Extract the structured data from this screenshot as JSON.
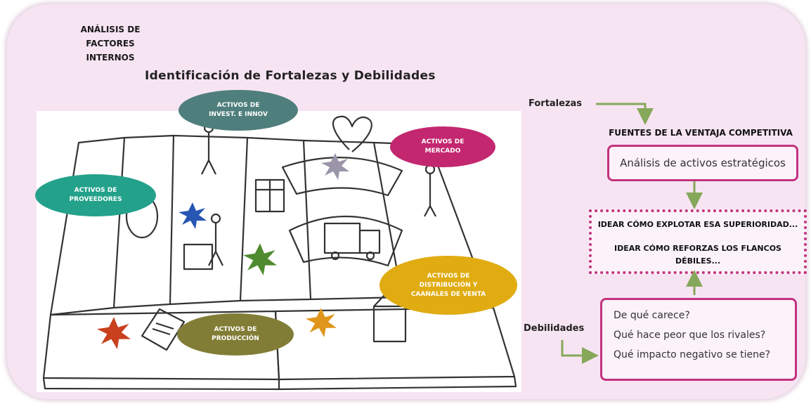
{
  "section_title_line1": "ANÁLISIS DE FACTORES",
  "section_title_line2": "INTERNOS",
  "main_title": "Identificación de Fortalezas y Debilidades",
  "bubbles": {
    "invest": {
      "text": "ACTIVOS DE\nINVEST. E INNOV",
      "color": "#4f7f7c"
    },
    "mercado": {
      "text": "ACTIVOS DE\nMERCADO",
      "color": "#c3276f"
    },
    "proveedores": {
      "text": "ACTIVOS DE\nPROVEEDORES",
      "color": "#23a18b"
    },
    "distribucion": {
      "text": "ACTIVOS DE\nDISTRIBUCIÓN Y\nCAANALES DE VENTA",
      "color": "#e0ac12"
    },
    "produccion": {
      "text": "ACTIVOS DE\nPRODUCCIÓN",
      "color": "#827d36"
    }
  },
  "fortalezas_label": "Fortalezas",
  "debilidades_label": "Debilidades",
  "ventaja_title": "FUENTES DE LA VENTAJA COMPETITIVA",
  "analisis_box": "Análisis de activos estratégicos",
  "idea_line1": "IDEAR CÓMO EXPLOTAR ESA SUPERIORIDAD...",
  "idea_line2": "IDEAR CÓMO REFORZAS LOS FLANCOS",
  "idea_line3": "DÉBILES...",
  "questions": [
    "De qué carece?",
    "Qué hace peor que los rivales?",
    "Qué impacto negativo se tiene?"
  ],
  "colors": {
    "background": "#f7e4f3",
    "box_border": "#c2337e",
    "arrow": "#86a85a",
    "splat_blue": "#2756b3",
    "splat_gray": "#9a95a8",
    "splat_green": "#4f8a2e",
    "splat_red": "#c8401c",
    "splat_orange": "#e0961a"
  }
}
